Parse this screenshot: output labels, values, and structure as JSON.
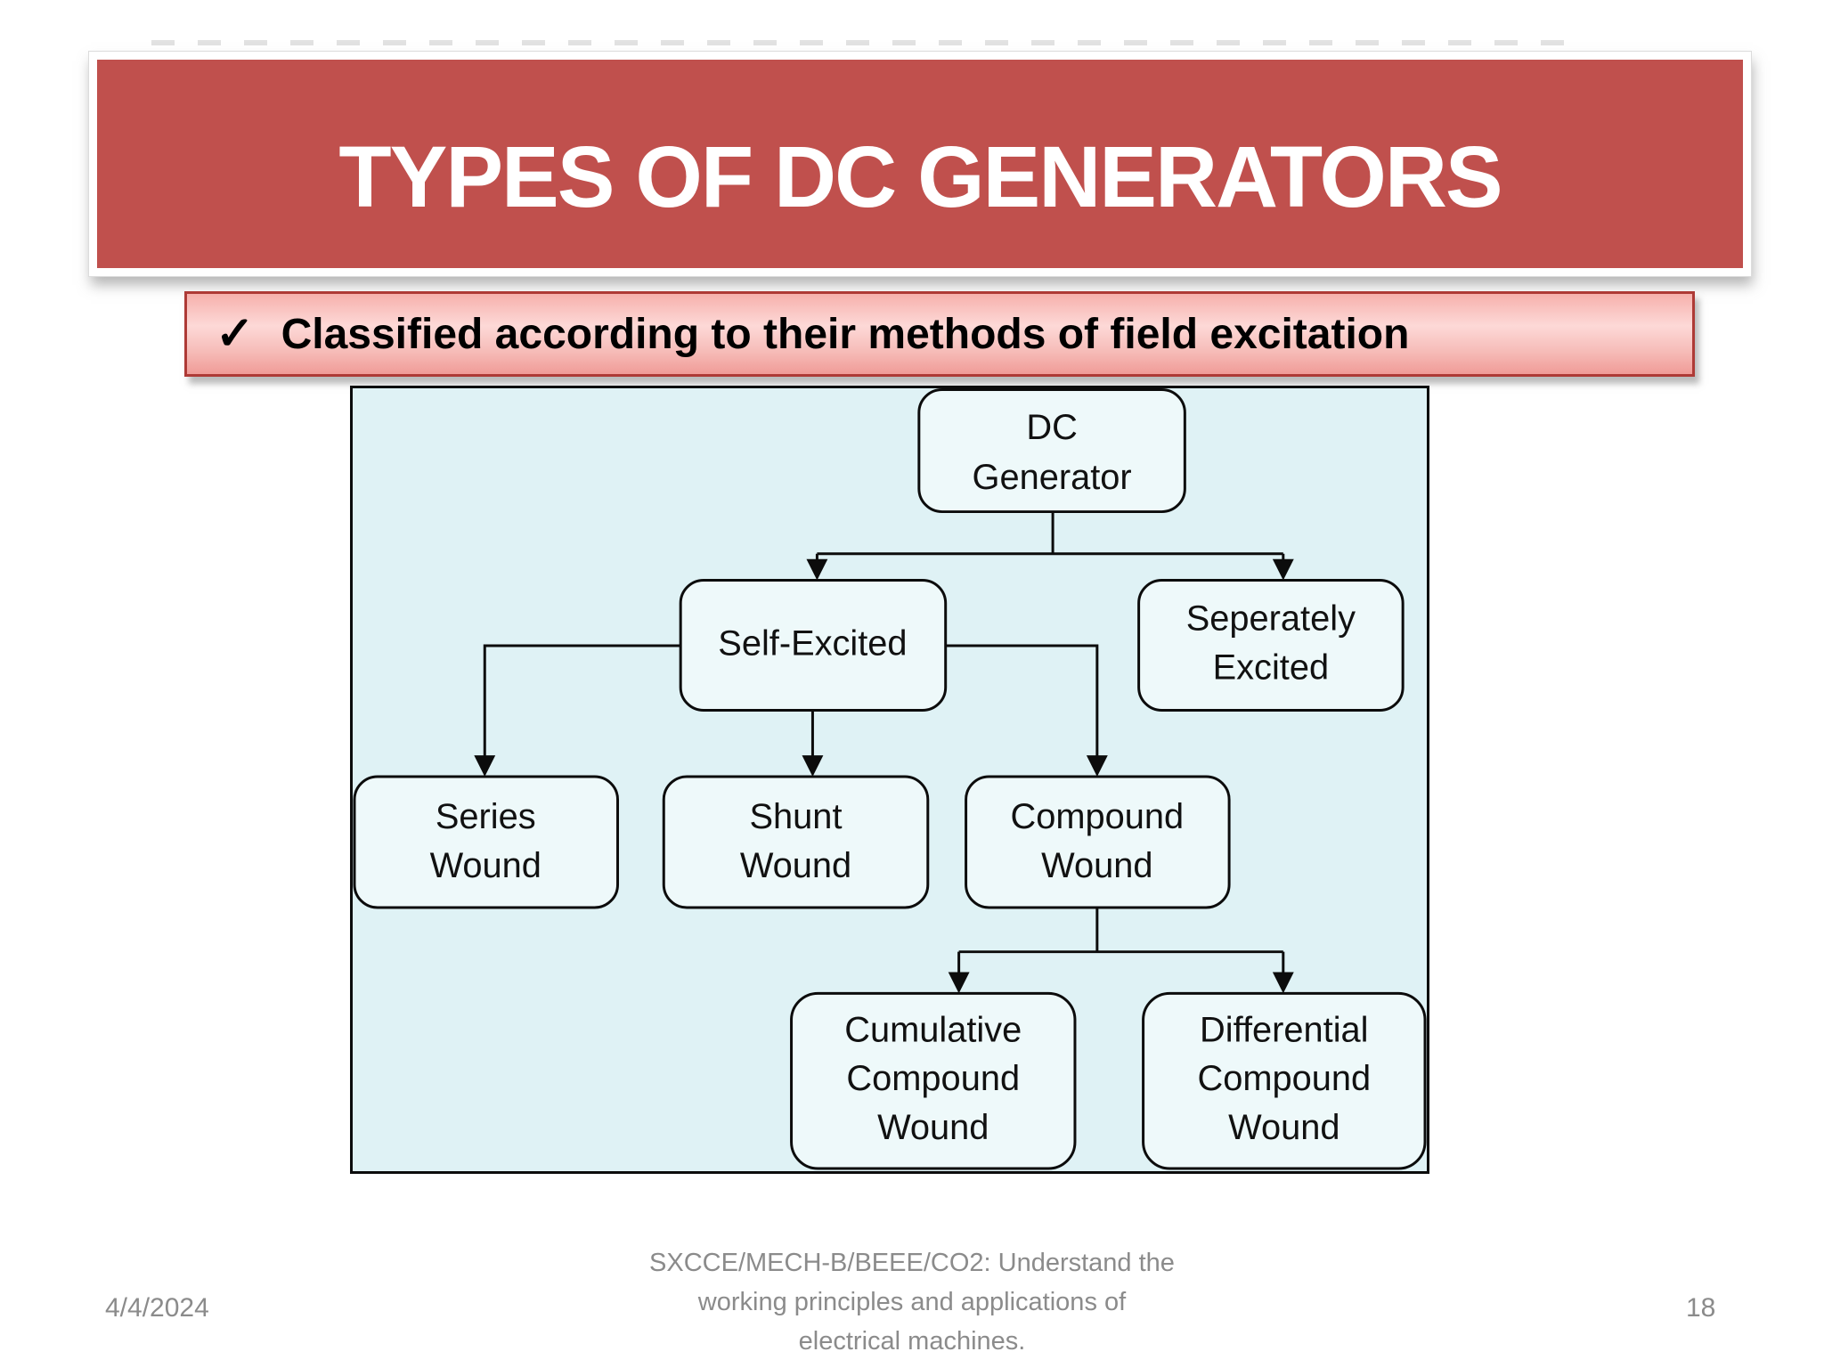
{
  "slide": {
    "title": "TYPES OF DC GENERATORS",
    "subtitle_check": "✓",
    "subtitle": "Classified according to their methods of field excitation"
  },
  "diagram": {
    "nodes": {
      "dc_generator": {
        "lines": [
          "DC",
          "Generator"
        ]
      },
      "self_excited": {
        "lines": [
          "Self-Excited"
        ]
      },
      "seperately_excited": {
        "lines": [
          "Seperately",
          "Excited"
        ]
      },
      "series_wound": {
        "lines": [
          "Series",
          "Wound"
        ]
      },
      "shunt_wound": {
        "lines": [
          "Shunt",
          "Wound"
        ]
      },
      "compound_wound": {
        "lines": [
          "Compound",
          "Wound"
        ]
      },
      "cumulative_compound_wound": {
        "lines": [
          "Cumulative",
          "Compound",
          "Wound"
        ]
      },
      "differential_compound_wound": {
        "lines": [
          "Differential",
          "Compound",
          "Wound"
        ]
      }
    }
  },
  "footer": {
    "date": "4/4/2024",
    "center_lines": [
      "SXCCE/MECH-B/BEEE/CO2: Understand the",
      "working principles and applications of",
      "electrical machines."
    ],
    "page_number": "18"
  },
  "colors": {
    "banner_red": "#c0504d",
    "banner_border": "#ffffff",
    "title_text": "#ffffff",
    "subtitle_bg_light": "#fdd9d7",
    "subtitle_bg_dark": "#f09b97",
    "subtitle_border": "#ae3a36",
    "subtitle_text": "#000000",
    "diagram_bg": "#dff2f5",
    "node_fill": "#eef9fa",
    "diagram_line": "#0c0c0c",
    "footer_text": "#8b8b8b"
  }
}
